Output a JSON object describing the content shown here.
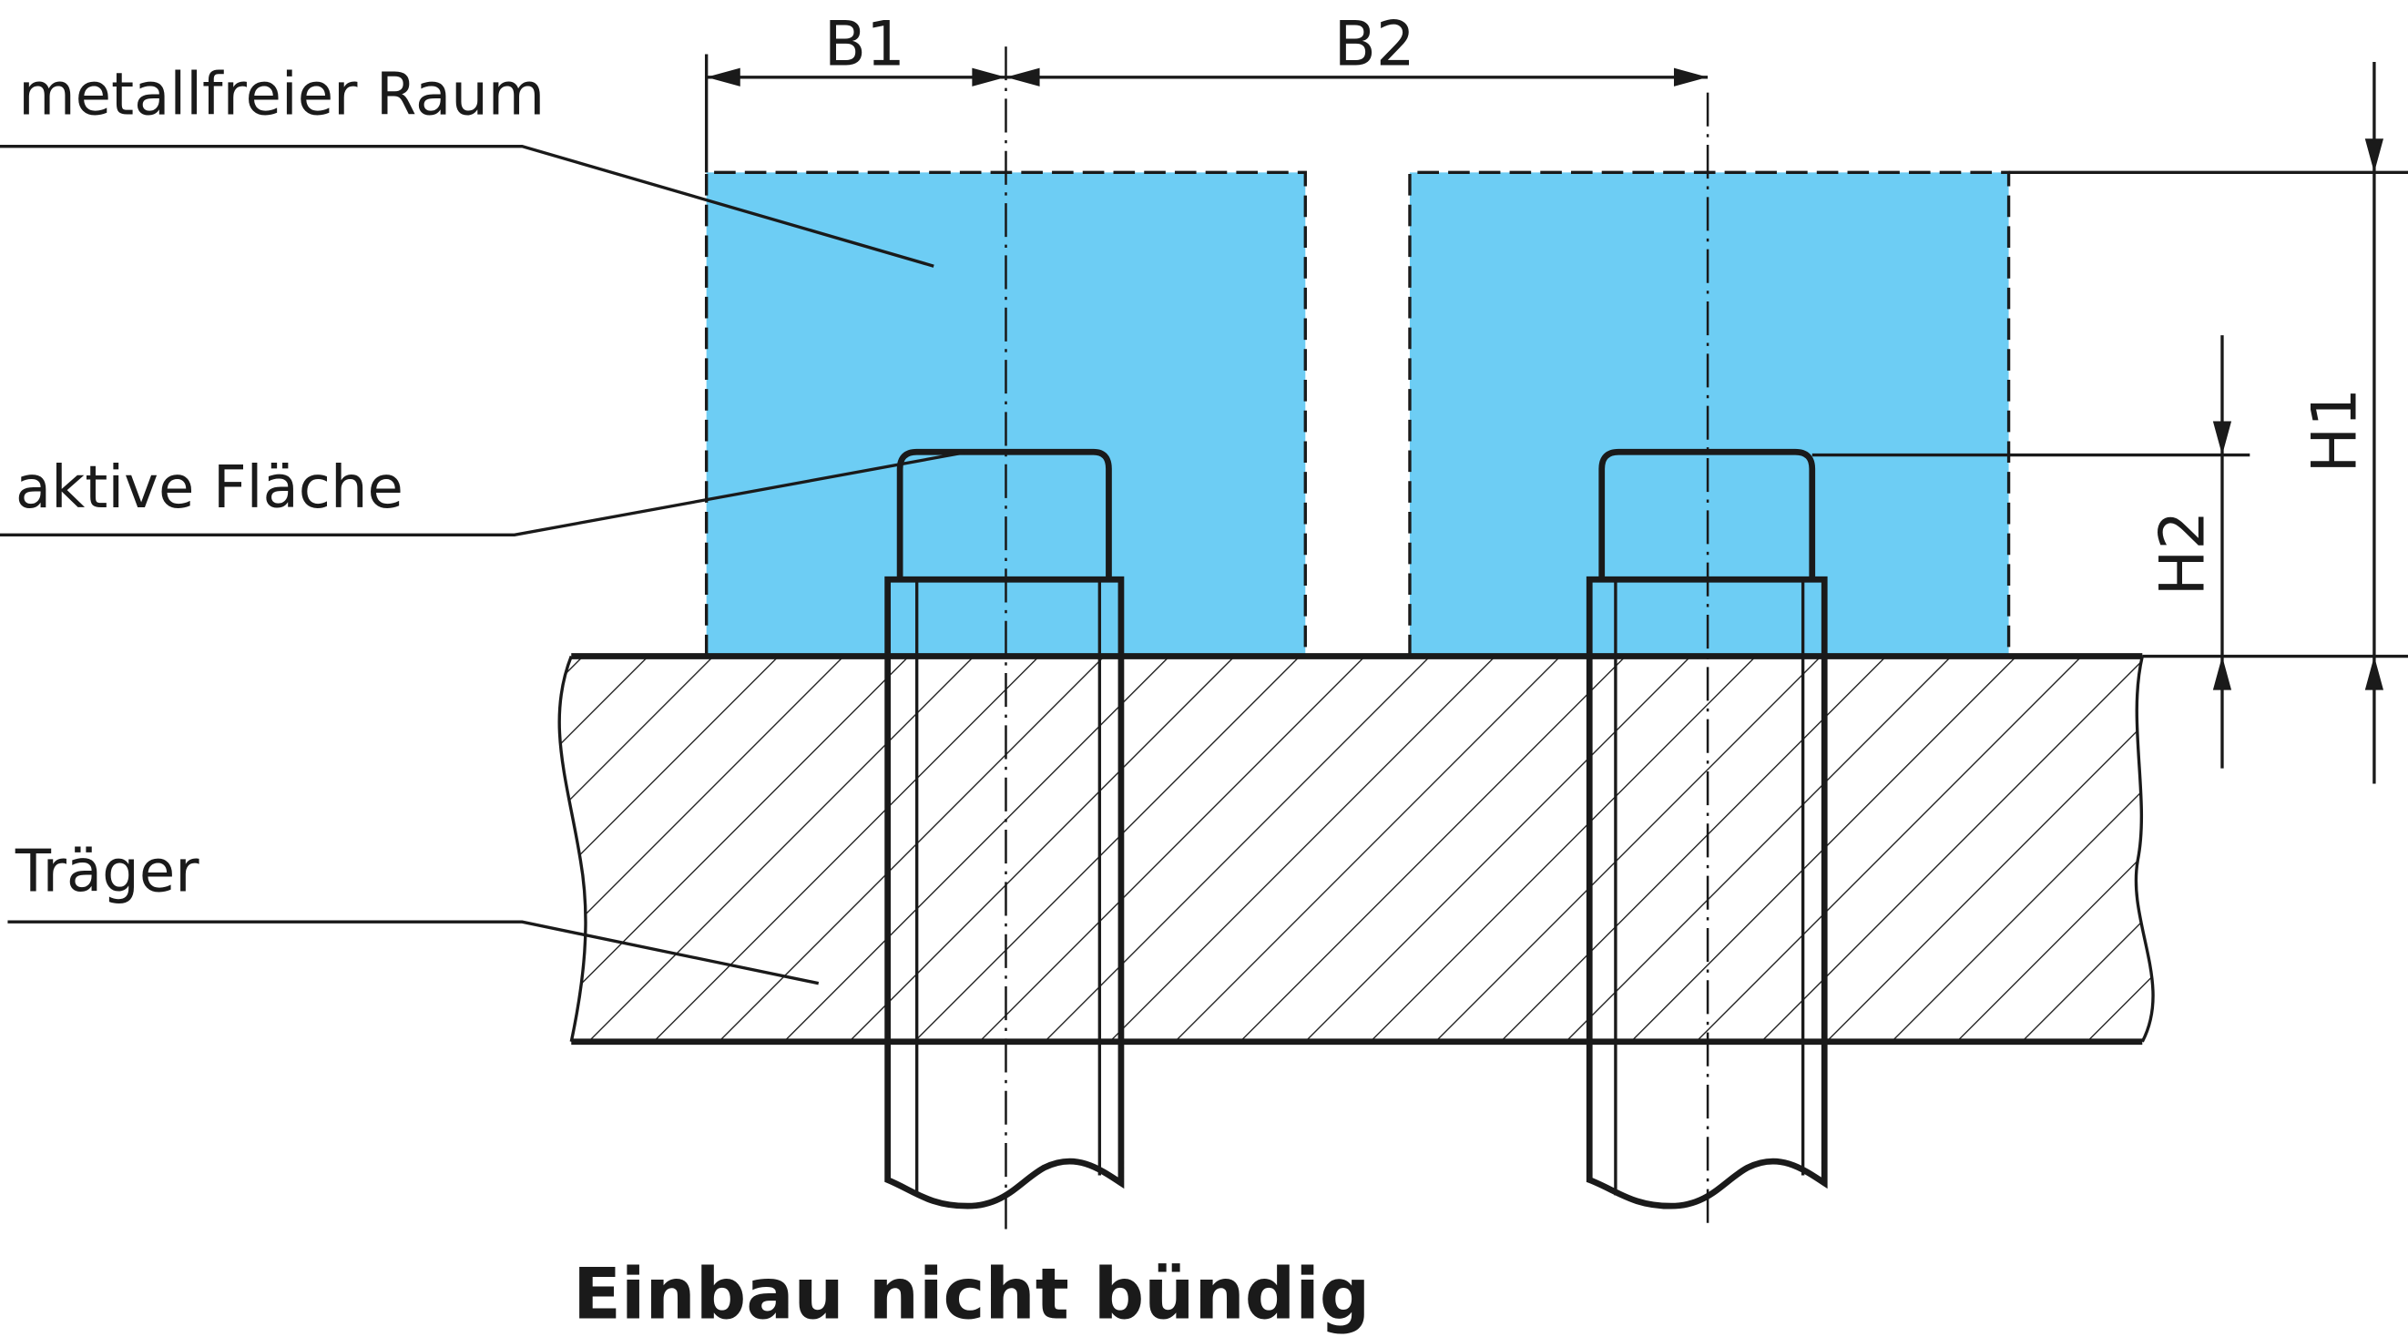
{
  "labels": {
    "metal_free_space": "metallfreier Raum",
    "active_surface": "aktive Fläche",
    "carrier": "Träger"
  },
  "dimensions": {
    "b1": "B1",
    "b2": "B2",
    "h1": "H1",
    "h2": "H2"
  },
  "caption": "Einbau nicht bündig",
  "colors": {
    "metal_free_zone": "#6dcdf4",
    "line": "#1a1a1a"
  }
}
